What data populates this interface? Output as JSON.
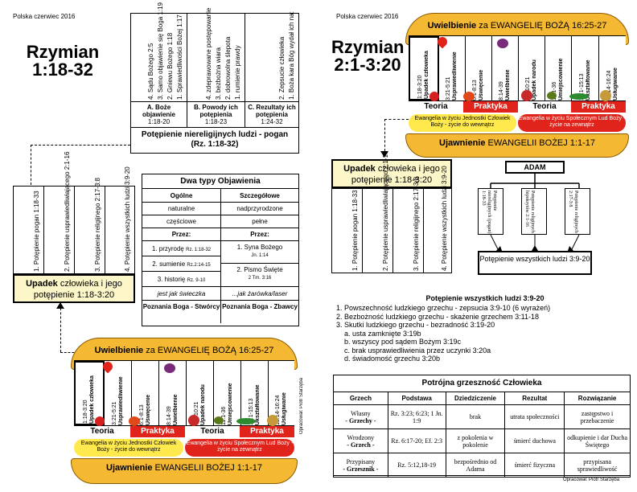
{
  "left": {
    "header": "Polska czerwiec 2016",
    "title_line1": "Rzymian",
    "title_line2": "1:18-32",
    "top_table": {
      "col_a": [
        "1. Sprawiedliwości Bożej 1:17",
        "2. Gniewu Bożego 1:18",
        "3. Samo objawienie się Boga 1:19",
        "4. Sądu Bożego 2:5"
      ],
      "col_b": [
        "1. rumienie prawdy",
        "2. dobrowolna ślepota",
        "3. bezbożna wiara",
        "4. zdeprawowane postępowanie"
      ],
      "col_c": [
        "1. Boża kara Bóg wydał ich na:",
        "2. Zepsucie człowieka"
      ],
      "head_a": "A. Boże objawienie",
      "ref_a": "1:18-20",
      "head_b": "B. Powody ich potępienia",
      "ref_b": "1:18-23",
      "head_c": "C. Rezultaty ich potępienia",
      "ref_c": "1:24-32",
      "footer": "Potępienie niereligijnych ludzi - pogan (Rz. 1:18-32)"
    },
    "side_box": {
      "items": [
        "1. Potępienie pogan 1:18-33",
        "2. Potępienie usprawiedliwiającego 2:1-16",
        "3. Potępienie religijnego 2:17-3:8",
        "4. Potępienie wszystkich ludzi 3:9-20"
      ],
      "caption_bold": "Upadek",
      "caption_rest": "człowieka i jego potępienie 1:18-3:20"
    },
    "revelation_table": {
      "title": "Dwa typy Objawienia",
      "head_left": "Ogólne",
      "head_right": "Szczegółowe",
      "rows": [
        [
          "naturalne",
          "nadprzyrodzone"
        ],
        [
          "częściowe",
          "pełne"
        ]
      ],
      "przez": "Przez:",
      "left_items": [
        "1. przyrodę",
        "2. sumienie",
        "3. historię"
      ],
      "left_refs": [
        "Rz. 1:18-32",
        "Rz.2:14-15",
        "Rz. 9-10"
      ],
      "right_items": [
        "1. Syna Bożego",
        "2. Pismo Święte"
      ],
      "right_refs": [
        "Jn. 1:14",
        "2 Tm. 3:16"
      ],
      "simile_left": "jest jak świeczka",
      "simile_right": "...jak żarówka/laser",
      "know_left": "Poznania Boga - Stwórcy",
      "know_right": "Poznania Boga - Zbawcy"
    },
    "credit": "Opracował: Piotr Starzęba"
  },
  "burger": {
    "top_bold": "Uwielbienie",
    "top_rest": "za EWANGELIĘ BOŻĄ 16:25-27",
    "upadek": [
      "Upadek człowieka",
      "1:18-3:20"
    ],
    "cols": [
      [
        "Usprawiedliwienie",
        "3:21-5:21"
      ],
      [
        "Uświęcenie",
        "6:1-8:13"
      ],
      [
        "Uwielbienie",
        "8:14-39"
      ],
      [
        "Upadek narodu",
        "9:1-10:21"
      ],
      [
        "Umiejscowienie",
        "11:1-36"
      ],
      [
        "Ukształtowanie",
        "12:1-15:13"
      ],
      [
        "Usługiwanie",
        "15:14-16:24"
      ]
    ],
    "teoria": "Teoria",
    "praktyka": "Praktyka",
    "pill_yellow": "Ewangelia w życiu Jednostki Człowiek Boży - życie do wewnątrz",
    "pill_red": "Ewangelia w życiu Społecznym Lud Boży - życie na zewnątrz",
    "bottom_bold": "Ujawnienie",
    "bottom_rest": "EWANGELII BOŻEJ 1:1-17"
  },
  "right": {
    "header": "Polska czerwiec 2016",
    "title_line1": "Rzymian",
    "title_line2": "2:1-3:20",
    "upadek_bold": "Upadek",
    "upadek_rest": "człowieka i jego potępienie 1:18-3:20",
    "side_items": [
      "1. Potępienie pogan 1:18-33",
      "2. Potępienie usprawiedliwiającego 2:1-16",
      "3. Potępienie religijnego 2:17-3:8",
      "4. Potępienie wszystkich ludzi 3:9-20"
    ],
    "adam": "ADAM",
    "scroll_items": [
      "Potępienie niereligijnych (pogan) 1:18-33",
      "Potępienie religijnych hipokrytów 2:1-16",
      "Potępienie religijnych 2:17-3:8"
    ],
    "all_people": "Potępienie wszystkich ludzi 3:9-20",
    "list_title": "Potępienie wszystkich ludzi 3:9-20",
    "list": [
      "1. Powszechność ludzkiego grzechu - zepsucia 3:9-10 (6 wyrażeń)",
      "2. Bezbożność ludzkiego grzechu - skażenie grzechem 3:11-18",
      "3. Skutki ludzkiego grzechu - bezradność 3:19-20",
      "a. usta zamknięte 3:19b",
      "b. wszyscy pod sądem Bożym 3:19c",
      "c. brak usprawiedliwienia przez uczynki 3:20a",
      "d. świadomość grzechu 3:20b"
    ],
    "sin_table": {
      "title": "Potrójna grzeszność Człowieka",
      "headers": [
        "Grzech",
        "Podstawa",
        "Dziedziczenie",
        "Rezultat",
        "Rozwiązanie"
      ],
      "rows": [
        [
          "Własny",
          "- Grzechy -",
          "Rz. 3:23; 6:23; 1 Jn. 1:9",
          "brak",
          "utrata społeczności",
          "zastępstwo i przebaczenie"
        ],
        [
          "Wrodzony",
          "- Grzech -",
          "Rz. 6:17-20; Ef. 2:3",
          "z pokolenia w pokolenie",
          "śmierć duchowa",
          "odkupienie i dar Ducha Świętego"
        ],
        [
          "Przypisany",
          "- Grzesznik -",
          "Rz. 5:12,18-19",
          "bezpośrednio od Adama",
          "śmierć fizyczna",
          "przypisana sprawiedliwość"
        ]
      ]
    },
    "credit": "Opracował: Piotr Starzęba"
  },
  "colors": {
    "bun": "#f5b833",
    "red": "#e0241b",
    "yellow_box": "#fdf6c8",
    "pill_yellow": "#ffe94d"
  }
}
